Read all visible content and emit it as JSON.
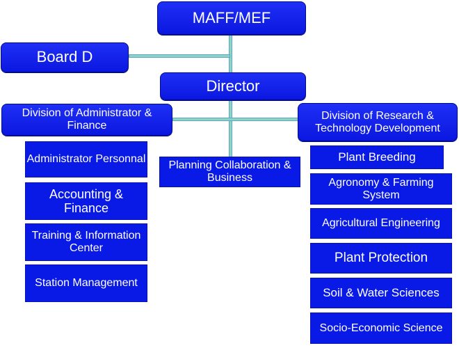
{
  "top": {
    "label": "MAFF/MEF"
  },
  "board": {
    "label": "Board D"
  },
  "director": {
    "label": "Director"
  },
  "admin_division": {
    "label": "Division of Administrator & Finance",
    "units": [
      "Administrator Personnal",
      "Accounting & Finance",
      "Training & Information Center",
      "Station Management"
    ]
  },
  "planning": {
    "label": "Planning Collaboration & Business"
  },
  "research_division": {
    "label": "Division of Research & Technology Development",
    "units": [
      "Plant Breeding",
      "Agronomy & Farming System",
      "Agricultural Engineering",
      "Plant Protection",
      "Soil & Water Sciences",
      "Socio-Economic Science"
    ]
  },
  "colors": {
    "box_fill": "#0a1ae6",
    "box_border": "#000a8a",
    "connector": "#8fd3c4",
    "text": "#ffffff"
  }
}
